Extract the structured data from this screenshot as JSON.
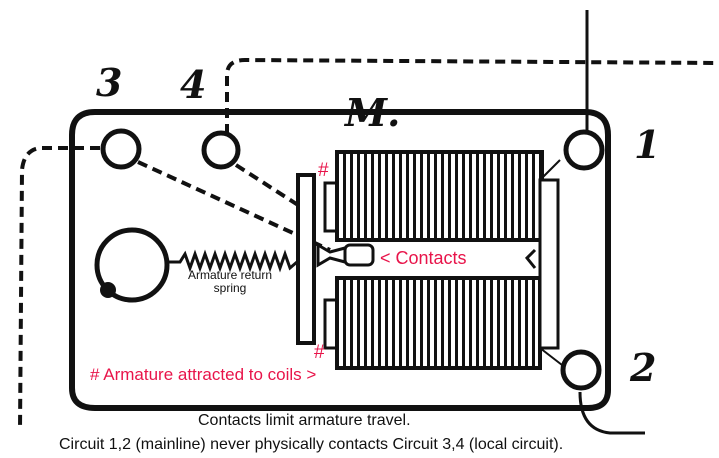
{
  "diagram": {
    "title_letter": "M.",
    "terminals": [
      {
        "id": "1",
        "label": "1"
      },
      {
        "id": "2",
        "label": "2"
      },
      {
        "id": "3",
        "label": "3"
      },
      {
        "id": "4",
        "label": "4"
      }
    ],
    "annotations": {
      "contacts": "< Contacts",
      "armature_top_mark": "#",
      "armature_bottom_mark": "#",
      "armature_attracted": "# Armature attracted to coils >",
      "spring_line1": "Armature return",
      "spring_line2": "spring"
    },
    "captions": {
      "line1": "Contacts limit armature travel.",
      "line2": "Circuit 1,2 (mainline) never physically contacts Circuit 3,4 (local circuit)."
    },
    "colors": {
      "ink": "#111111",
      "annotation": "#e8144a",
      "background": "#ffffff"
    }
  }
}
